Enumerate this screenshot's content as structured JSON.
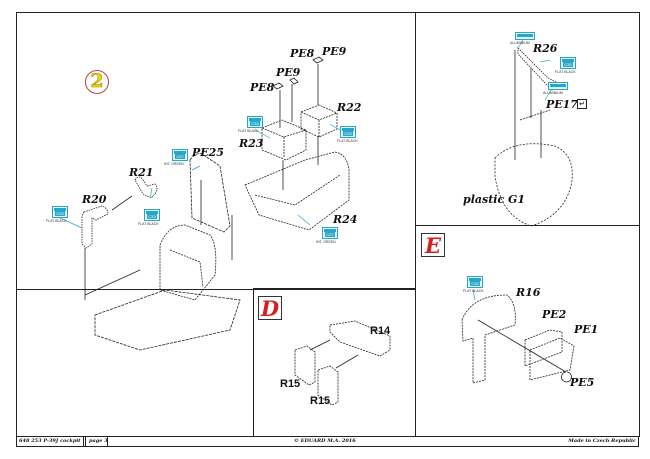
{
  "step": {
    "number": "2"
  },
  "main_assembly": {
    "labels": {
      "pe8_top": "PE8",
      "pe9_top": "PE9",
      "pe9_mid": "PE9",
      "pe8_mid": "PE8",
      "r22": "R22",
      "r23": "R23",
      "pe25": "PE25",
      "r21": "R21",
      "r20": "R20",
      "r24": "R24"
    },
    "paints": {
      "r23": {
        "code": "C33",
        "name": "FLAT BLACK"
      },
      "r22": {
        "code": "C33",
        "name": "FLAT BLACK"
      },
      "pe25": {
        "code": "C27",
        "name": "INT. GREEN"
      },
      "r21": {
        "code": "C33",
        "name": "FLAT BLACK"
      },
      "r20": {
        "code": "C33",
        "name": "FLAT BLACK"
      },
      "r24": {
        "code": "C27",
        "name": "INT. GREEN"
      }
    }
  },
  "section_top_right": {
    "labels": {
      "r26": "R26",
      "pe17": "PE17",
      "plastic": "plastic G1"
    },
    "paints": {
      "alu1": {
        "code": "C8",
        "name": "ALUMINIUM"
      },
      "r26": {
        "code": "C33",
        "name": "FLAT BLACK"
      },
      "alu2": {
        "code": "C8",
        "name": "ALUMINIUM"
      }
    }
  },
  "section_d": {
    "letter": "D",
    "labels": {
      "r14": "R14",
      "r15a": "R15",
      "r15b": "R15"
    }
  },
  "section_e": {
    "letter": "E",
    "labels": {
      "r16": "R16",
      "pe2": "PE2",
      "pe1": "PE1",
      "pe5": "PE5"
    },
    "paints": {
      "r16": {
        "code": "C33",
        "name": "FLAT BLACK"
      }
    }
  },
  "footer": {
    "kit": "648 253  P-39J cockpit",
    "page": "page 3",
    "copyright": "© EDUARD  M.A. 2016",
    "origin": "Made in Czech Republic"
  },
  "colors": {
    "paint_box": "#28a6c9",
    "section_letter": "#d62020",
    "step_number": "#f2d410"
  }
}
